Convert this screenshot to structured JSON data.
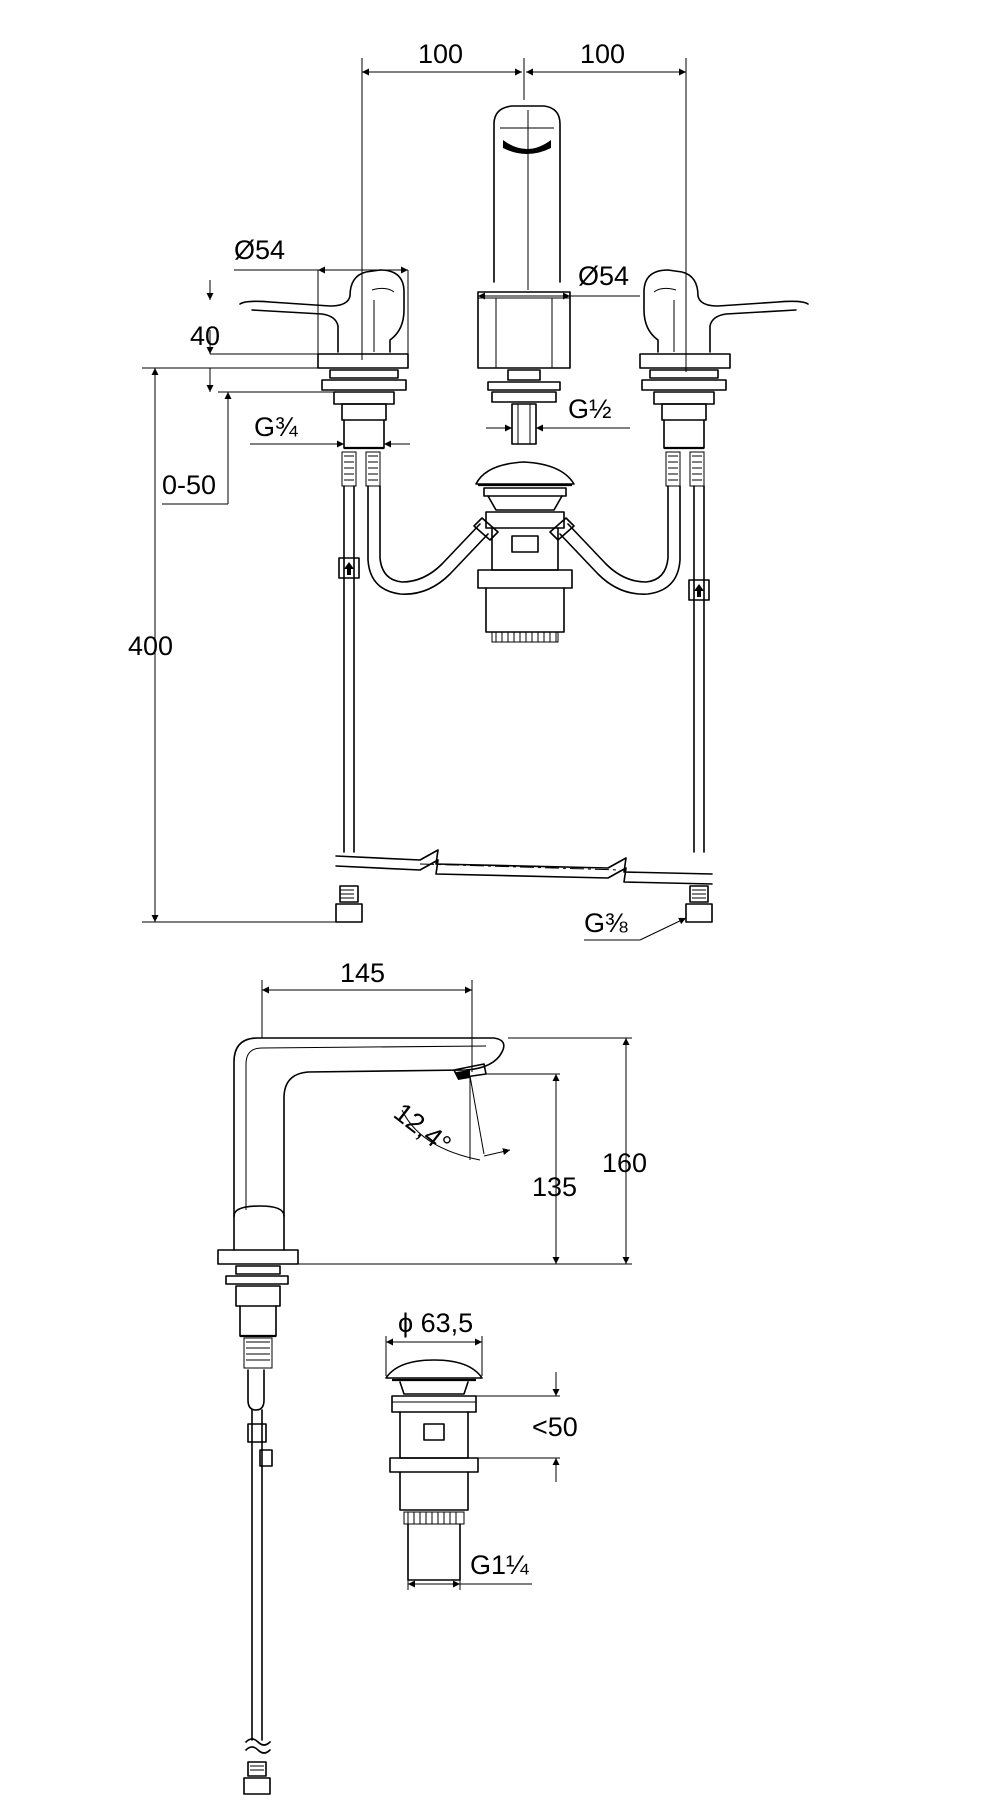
{
  "labels": {
    "dim_100_left": "100",
    "dim_100_right": "100",
    "dim_dia54_left": "Ø54",
    "dim_dia54_center": "Ø54",
    "dim_40": "40",
    "dim_g34": "G¾",
    "dim_g12": "G½",
    "dim_0_50": "0-50",
    "dim_400": "400",
    "dim_g38": "G⅜",
    "dim_145": "145",
    "dim_angle": "12,4°",
    "dim_135": "135",
    "dim_160": "160",
    "dim_dia635": "ϕ 63,5",
    "dim_lt50": "<50",
    "dim_g114": "G1¼"
  }
}
